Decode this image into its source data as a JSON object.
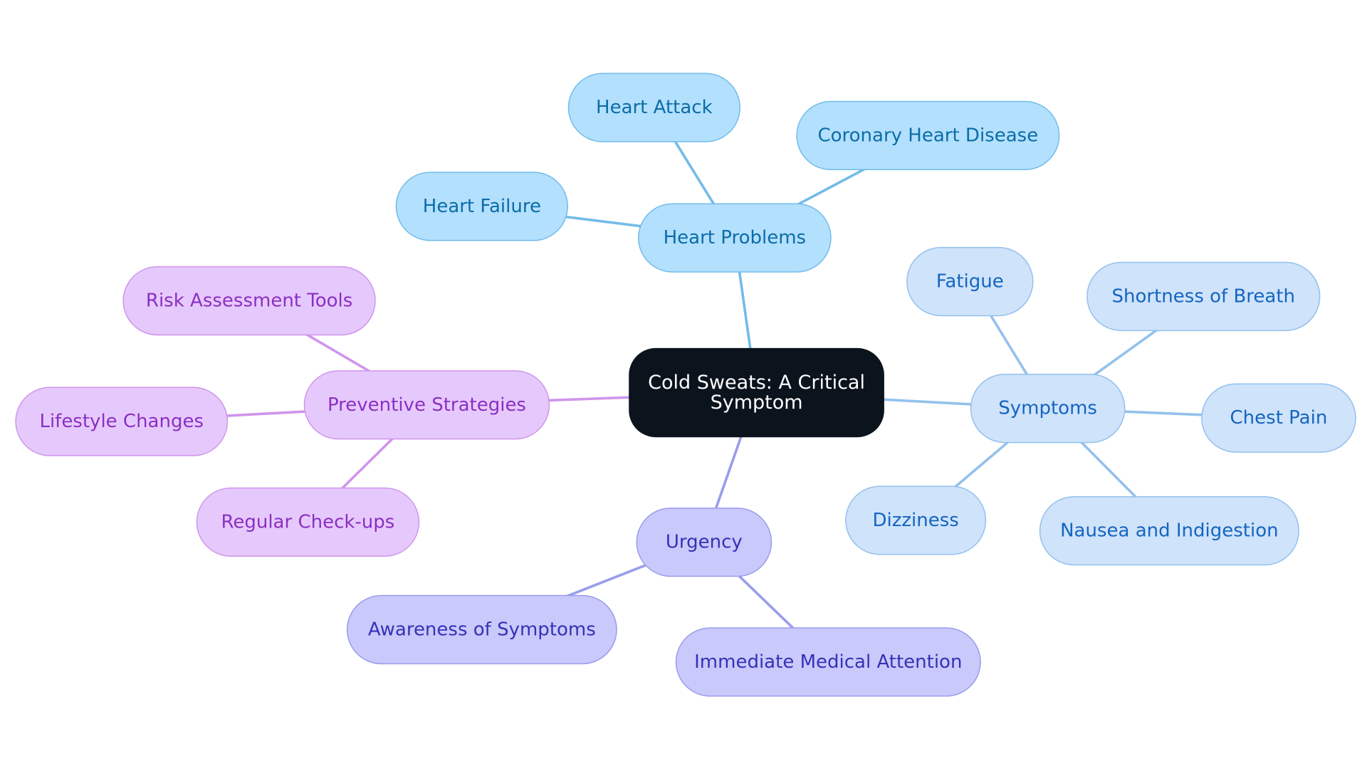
{
  "root": {
    "lines": [
      "Cold Sweats: A Critical",
      "Symptom"
    ]
  },
  "colors": {
    "root_fill": "#0b131d",
    "root_text": "#ffffff",
    "heart_fill": "#b3e0fd",
    "heart_stroke": "#72bce9",
    "heart_text": "#0b6da8",
    "symptoms_fill": "#cfe3fb",
    "symptoms_stroke": "#94c1ec",
    "symptoms_text": "#1565bf",
    "urgency_fill": "#c9c9fc",
    "urgency_stroke": "#9a9ceb",
    "urgency_text": "#3532b5",
    "prevent_fill": "#e6c9fc",
    "prevent_stroke": "#cf95ec",
    "prevent_text": "#8b2fc3"
  },
  "branches": {
    "heart": {
      "label": "Heart Problems",
      "children": [
        "Heart Attack",
        "Coronary Heart Disease",
        "Heart Failure"
      ]
    },
    "symptoms": {
      "label": "Symptoms",
      "children": [
        "Fatigue",
        "Shortness of Breath",
        "Chest Pain",
        "Nausea and Indigestion",
        "Dizziness"
      ]
    },
    "urgency": {
      "label": "Urgency",
      "children": [
        "Awareness of Symptoms",
        "Immediate Medical Attention"
      ]
    },
    "prevent": {
      "label": "Preventive Strategies",
      "children": [
        "Risk Assessment Tools",
        "Lifestyle Changes",
        "Regular Check-ups"
      ]
    }
  }
}
